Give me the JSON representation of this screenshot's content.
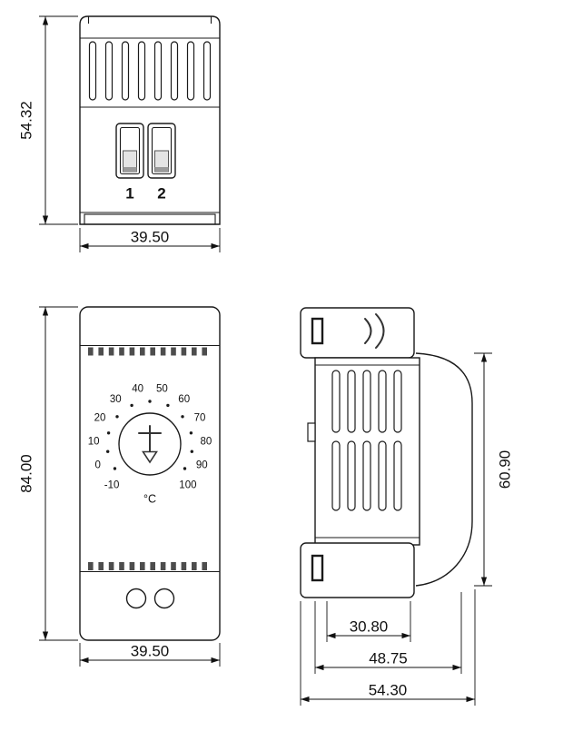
{
  "colors": {
    "background": "#ffffff",
    "line": "#1a1a1a"
  },
  "views": {
    "top": {
      "terminals": {
        "t1": "1",
        "t2": "2"
      },
      "dim_height": "54.32",
      "dim_width": "39.50"
    },
    "front": {
      "dial": {
        "unit": "°C",
        "numbers": [
          "-10",
          "0",
          "10",
          "20",
          "30",
          "40",
          "50",
          "60",
          "70",
          "80",
          "90",
          "100"
        ]
      },
      "dim_height": "84.00",
      "dim_width": "39.50"
    },
    "side": {
      "dim_height": "60.90",
      "dim_widths": [
        "30.80",
        "48.75",
        "54.30"
      ]
    }
  }
}
